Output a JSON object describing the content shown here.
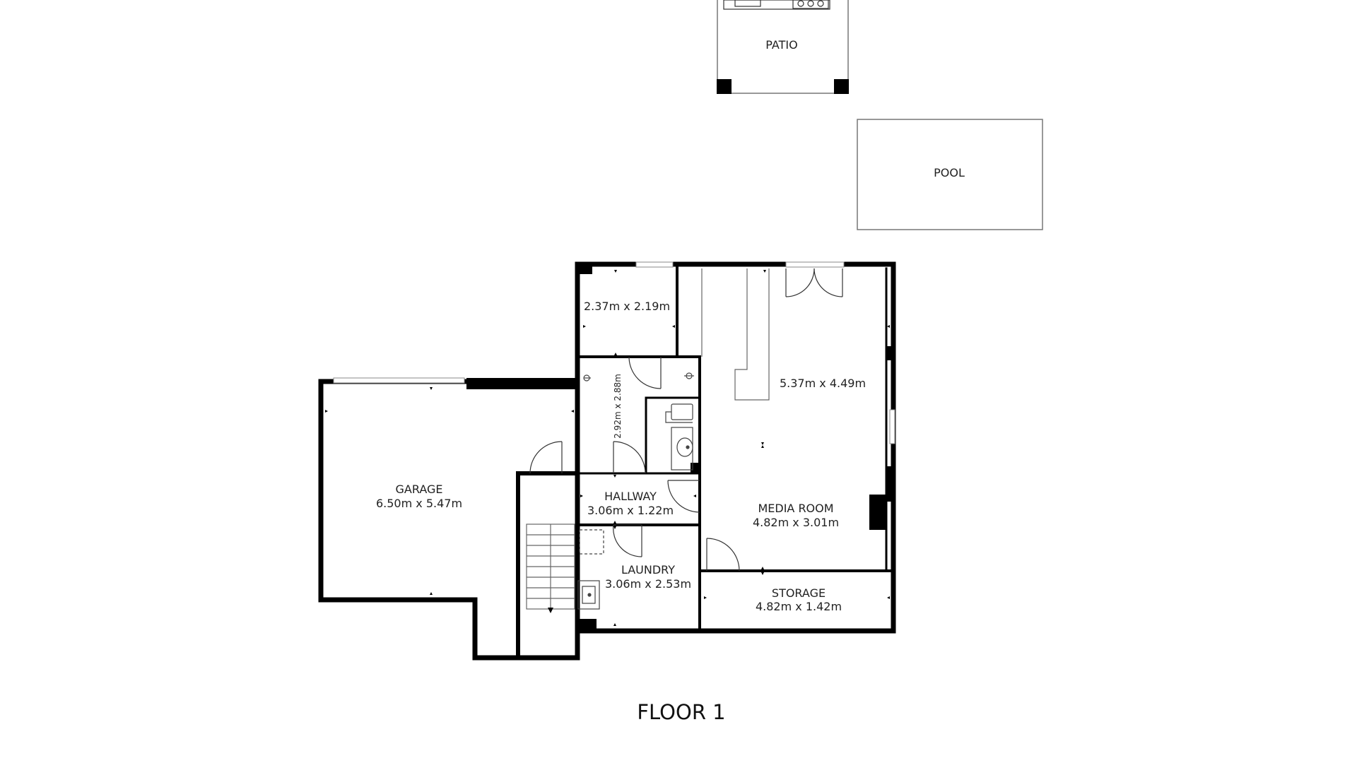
{
  "plan_title": "FLOOR 1",
  "colors": {
    "wall": "#000000",
    "thin_line": "#666666",
    "background": "#ffffff"
  },
  "rooms": {
    "patio": {
      "name": "PATIO"
    },
    "pool": {
      "name": "POOL"
    },
    "bedroom": {
      "name": "",
      "dims": "2.37m x 2.19m"
    },
    "bathroom": {
      "dims": "2.92m x 2.88m"
    },
    "upper_room": {
      "dims": "5.37m x 4.49m"
    },
    "garage": {
      "name": "GARAGE",
      "dims": "6.50m x 5.47m"
    },
    "hallway": {
      "name": "HALLWAY",
      "dims": "3.06m x 1.22m"
    },
    "media_room": {
      "name": "MEDIA ROOM",
      "dims": "4.82m x 3.01m"
    },
    "laundry": {
      "name": "LAUNDRY",
      "dims": "3.06m x 2.53m"
    },
    "storage": {
      "name": "STORAGE",
      "dims": "4.82m x 1.42m"
    }
  }
}
